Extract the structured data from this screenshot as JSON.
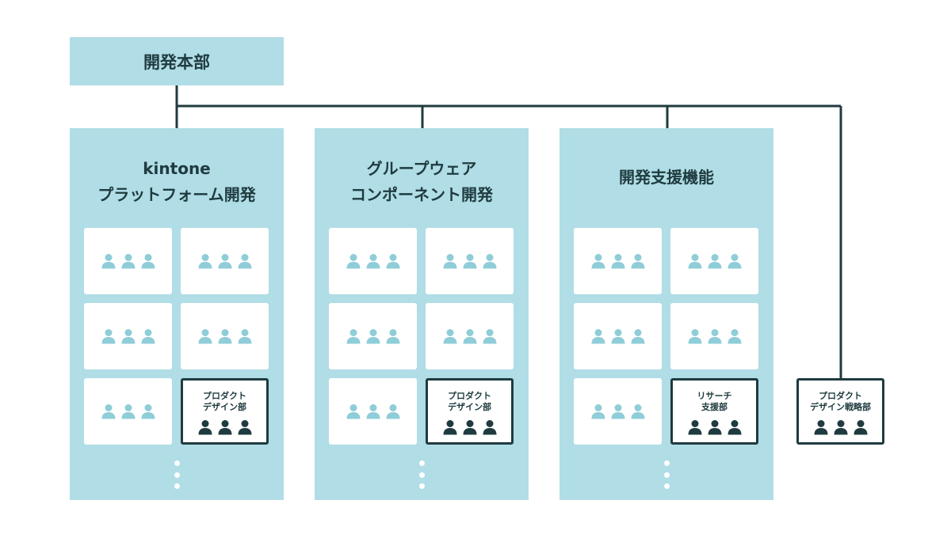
{
  "root": {
    "title": "開発本部"
  },
  "departments": [
    {
      "title_lines": [
        "kintone",
        "プラットフォーム開発"
      ],
      "teams": [
        {
          "label_lines": []
        },
        {
          "label_lines": []
        },
        {
          "label_lines": []
        },
        {
          "label_lines": []
        },
        {
          "label_lines": []
        },
        {
          "label_lines": [
            "プロダクト",
            "デザイン部"
          ],
          "highlight": true
        }
      ]
    },
    {
      "title_lines": [
        "グループウェア",
        "コンポーネント開発"
      ],
      "teams": [
        {
          "label_lines": []
        },
        {
          "label_lines": []
        },
        {
          "label_lines": []
        },
        {
          "label_lines": []
        },
        {
          "label_lines": []
        },
        {
          "label_lines": [
            "プロダクト",
            "デザイン部"
          ],
          "highlight": true
        }
      ]
    },
    {
      "title_lines": [
        "開発支援機能"
      ],
      "teams": [
        {
          "label_lines": []
        },
        {
          "label_lines": []
        },
        {
          "label_lines": []
        },
        {
          "label_lines": []
        },
        {
          "label_lines": []
        },
        {
          "label_lines": [
            "リサーチ",
            "支援部"
          ],
          "highlight": true
        }
      ]
    }
  ],
  "standalone_team": {
    "label_lines": [
      "プロダクト",
      "デザイン戦略部"
    ]
  },
  "colors": {
    "panel": "#b0dde6",
    "card": "#ffffff",
    "icon_light": "#8fcdd8",
    "icon_dark": "#1f3b3f",
    "line": "#1f3b3f"
  },
  "icons": {
    "member": "person-icon",
    "more": "vertical-ellipsis-icon"
  }
}
